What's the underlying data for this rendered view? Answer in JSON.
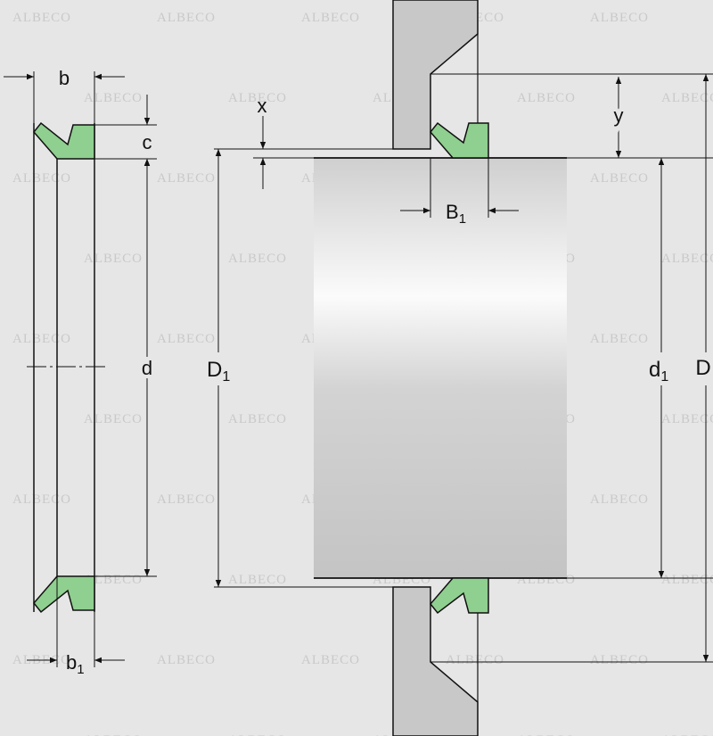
{
  "watermark": "ALBECO",
  "colors": {
    "background": "#e6e6e6",
    "seal": "#8fcf8f",
    "housing": "#c8c8c8",
    "line": "#111111"
  },
  "labels": {
    "b": "b",
    "c": "c",
    "d": "d",
    "b1": "b",
    "b1_sub": "1",
    "x": "x",
    "y": "y",
    "B1": "B",
    "B1_sub": "1",
    "D1": "D",
    "D1_sub": "1",
    "d1": "d",
    "d1_sub": "1",
    "D": "D"
  }
}
